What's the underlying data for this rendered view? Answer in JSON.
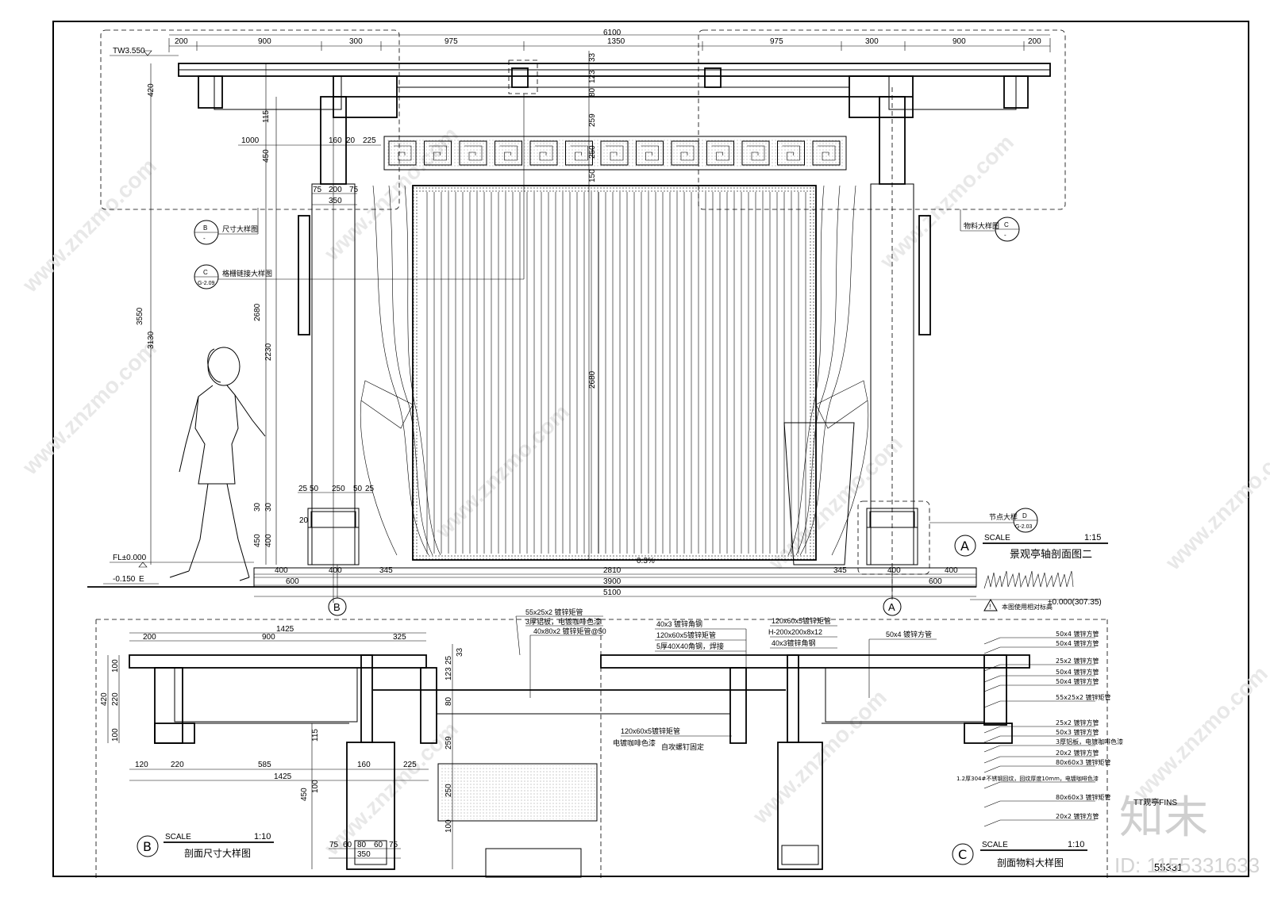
{
  "top_dims": {
    "overall": "6100",
    "left": [
      "200",
      "900",
      "300",
      "975"
    ],
    "center": "1350",
    "right": [
      "975",
      "300",
      "900",
      "200"
    ]
  },
  "elevation_marks": {
    "tw": "TW3.550",
    "fl": "FL±0.000",
    "ground": "-0.150",
    "ground_tail": "E",
    "relative": "±0.000(307.35)"
  },
  "left_vertical_dims": [
    "420",
    "115",
    "450",
    "2680",
    "2230",
    "400",
    "450",
    "3550",
    "3130",
    "30",
    "30"
  ],
  "left_detail_dims": [
    "1000",
    "160",
    "20",
    "225",
    "75",
    "200",
    "75",
    "350",
    "25",
    "50",
    "250",
    "50",
    "25",
    "20"
  ],
  "center_dims": [
    "33",
    "123",
    "80",
    "259",
    "150",
    "250",
    "2680"
  ],
  "bottom_dims": {
    "row1": [
      "400",
      "400",
      "345",
      "2810",
      "345",
      "400",
      "400"
    ],
    "row2": [
      "600",
      "3900",
      "600"
    ],
    "row3": "5100",
    "slope": "0.3%"
  },
  "axes": [
    "B",
    "A"
  ],
  "callouts": {
    "b": {
      "num": "B",
      "ref": "-",
      "text": "尺寸大样图"
    },
    "c_left": {
      "num": "C",
      "ref": "G-2.09",
      "text": "格栅链接大样图"
    },
    "c_right": {
      "num": "C",
      "ref": "-",
      "text": "物料大样图"
    },
    "d": {
      "num": "D",
      "ref": "G-2.03",
      "text": "节点大样"
    }
  },
  "title_a": {
    "letter": "A",
    "scale_word": "SCALE",
    "scale": "1:15",
    "name": "景观亭轴剖面图二"
  },
  "note": "本图使用相对标高",
  "detail_b": {
    "letter": "B",
    "scale_word": "SCALE",
    "scale": "1:10",
    "name": "剖面尺寸大样图",
    "top_dims": [
      "1425",
      "200",
      "900",
      "325"
    ],
    "left_dims": [
      "100",
      "420",
      "220",
      "100"
    ],
    "mid_dims": [
      "120",
      "220",
      "585",
      "225",
      "1425"
    ],
    "mid_small": [
      "160"
    ],
    "vert": [
      "115",
      "450",
      "100",
      "33",
      "123",
      "25",
      "80",
      "259",
      "250",
      "100"
    ],
    "bottom_dims": [
      "75",
      "60",
      "80",
      "60",
      "75",
      "350"
    ]
  },
  "detail_c": {
    "letter": "C",
    "scale_word": "SCALE",
    "scale": "1:10",
    "name": "剖面物料大样图",
    "left_labels": [
      "55x25x2 镀锌矩管",
      "3厚铝板，电镀咖啡色漆",
      "40x80x2 镀锌矩管@50"
    ],
    "mid_labels": [
      "40x3 镀锌角钢",
      "120x60x5镀锌矩管",
      "5厚40X40角钢，焊接",
      "120x60x5镀锌矩管",
      "电镀咖啡色漆",
      "自攻螺钉固定"
    ],
    "center_labels": [
      "120x60x5镀锌矩管",
      "H-200x200x8x12",
      "40x3镀锌角钢",
      "50x4 镀锌方管"
    ],
    "right_labels": [
      "50x4 镀锌方管",
      "50x4 镀锌方管",
      "25x2 镀锌方管",
      "50x4 镀锌方管",
      "50x4 镀锌方管",
      "55x25x2 镀锌矩管",
      "25x2 镀锌方管",
      "50x3 镀锌方管",
      "3厚铝板，电镀咖啡色漆",
      "20x2 镀锌方管",
      "80x60x3 镀锌矩管",
      "1.2厚304#不锈钢回纹，回纹厚度10mm，电镀咖啡色漆",
      "80x60x3 镀锌矩管",
      "20x2 镀锌方管"
    ]
  },
  "watermark": {
    "site": "www.znzmo.com",
    "brand_cn": "知末",
    "id": "ID: 1155331633",
    "partial": "TT观亭FINS",
    "num": "55331"
  }
}
